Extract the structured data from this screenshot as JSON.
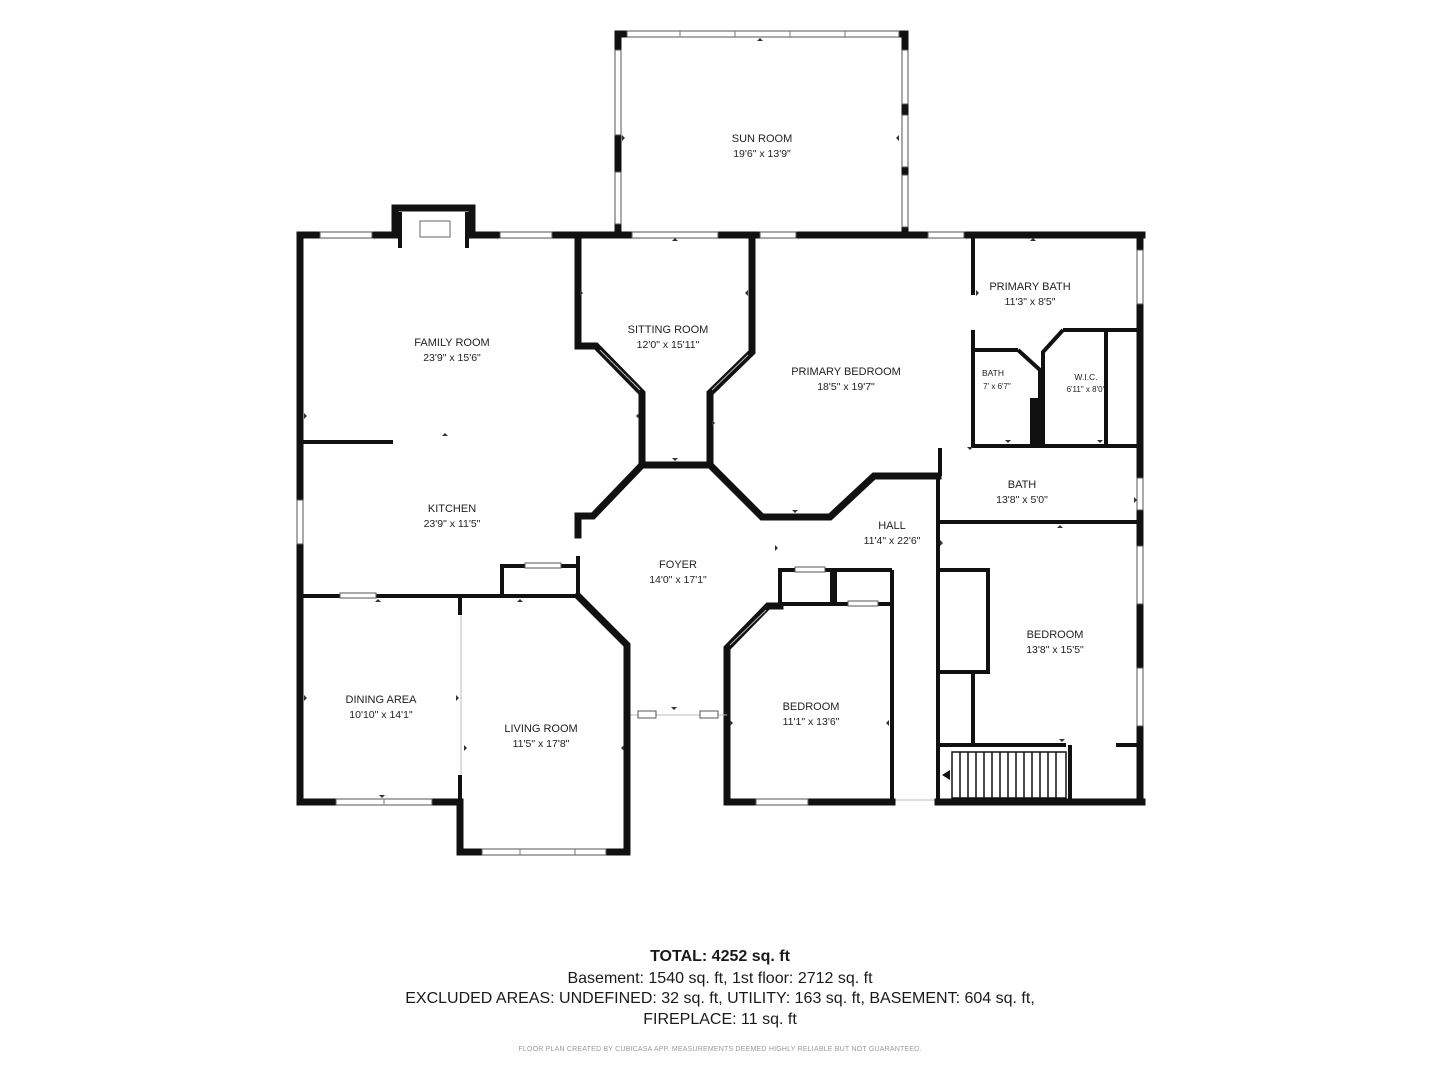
{
  "rooms": {
    "sun_room": {
      "name": "SUN ROOM",
      "dims": "19'6\" x 13'9\""
    },
    "sitting_room": {
      "name": "SITTING ROOM",
      "dims": "12'0\" x 15'11\""
    },
    "family_room": {
      "name": "FAMILY ROOM",
      "dims": "23'9\" x 15'6\""
    },
    "primary_bedroom": {
      "name": "PRIMARY BEDROOM",
      "dims": "18'5\" x 19'7\""
    },
    "primary_bath": {
      "name": "PRIMARY BATH",
      "dims": "11'3\" x 8'5\""
    },
    "bath_small": {
      "name": "BATH",
      "dims": "7' x 6'7\""
    },
    "wic": {
      "name": "W.I.C.",
      "dims": "6'11\" x 8'0\""
    },
    "kitchen": {
      "name": "KITCHEN",
      "dims": "23'9\" x 11'5\""
    },
    "bath2": {
      "name": "BATH",
      "dims": "13'8\" x 5'0\""
    },
    "hall": {
      "name": "HALL",
      "dims": "11'4\" x 22'6\""
    },
    "foyer": {
      "name": "FOYER",
      "dims": "14'0\" x 17'1\""
    },
    "bedroom_east": {
      "name": "BEDROOM",
      "dims": "13'8\" x 15'5\""
    },
    "dining_area": {
      "name": "DINING AREA",
      "dims": "10'10\" x 14'1\""
    },
    "living_room": {
      "name": "LIVING ROOM",
      "dims": "11'5\" x 17'8\""
    },
    "bedroom_center": {
      "name": "BEDROOM",
      "dims": "11'1\" x 13'6\""
    }
  },
  "summary": {
    "total": "TOTAL: 4252 sq. ft",
    "line1": "Basement: 1540 sq. ft, 1st floor: 2712 sq. ft",
    "line2": "EXCLUDED AREAS: UNDEFINED: 32 sq. ft, UTILITY: 163 sq. ft, BASEMENT: 604 sq. ft,",
    "line3": "FIREPLACE: 11 sq. ft",
    "disclaimer": "FLOOR PLAN CREATED BY CUBICASA APP. MEASUREMENTS DEEMED HIGHLY RELIABLE BUT NOT GUARANTEED."
  }
}
